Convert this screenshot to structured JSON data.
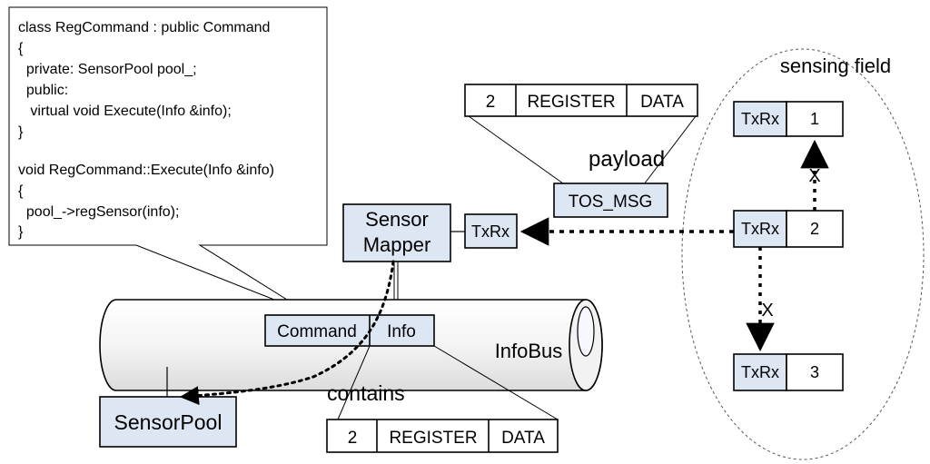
{
  "code_callout": {
    "lines": [
      "class RegCommand : public Command",
      "{",
      "  private: SensorPool pool_;",
      "  public:",
      "   virtual void Execute(Info &info);",
      "}",
      "",
      "void RegCommand::Execute(Info &info)",
      "{",
      "  pool_->regSensor(info);",
      "}"
    ]
  },
  "top_packet": {
    "fields": [
      "2",
      "REGISTER",
      "DATA"
    ]
  },
  "payload_label": "payload",
  "tos_msg": "TOS_MSG",
  "sensor_mapper": {
    "line1": "Sensor",
    "line2": "Mapper"
  },
  "mapper_txrx": "TxRx",
  "infobus": {
    "label": "InfoBus",
    "command": "Command",
    "info": "Info"
  },
  "sensor_pool": "SensorPool",
  "contains_label": "contains",
  "bottom_packet": {
    "fields": [
      "2",
      "REGISTER",
      "DATA"
    ]
  },
  "sensing_field": {
    "title": "sensing field",
    "nodes": [
      {
        "txrx": "TxRx",
        "id": "1"
      },
      {
        "txrx": "TxRx",
        "id": "2"
      },
      {
        "txrx": "TxRx",
        "id": "3"
      }
    ],
    "blocked_mark_1": "X",
    "blocked_mark_2": "X"
  }
}
